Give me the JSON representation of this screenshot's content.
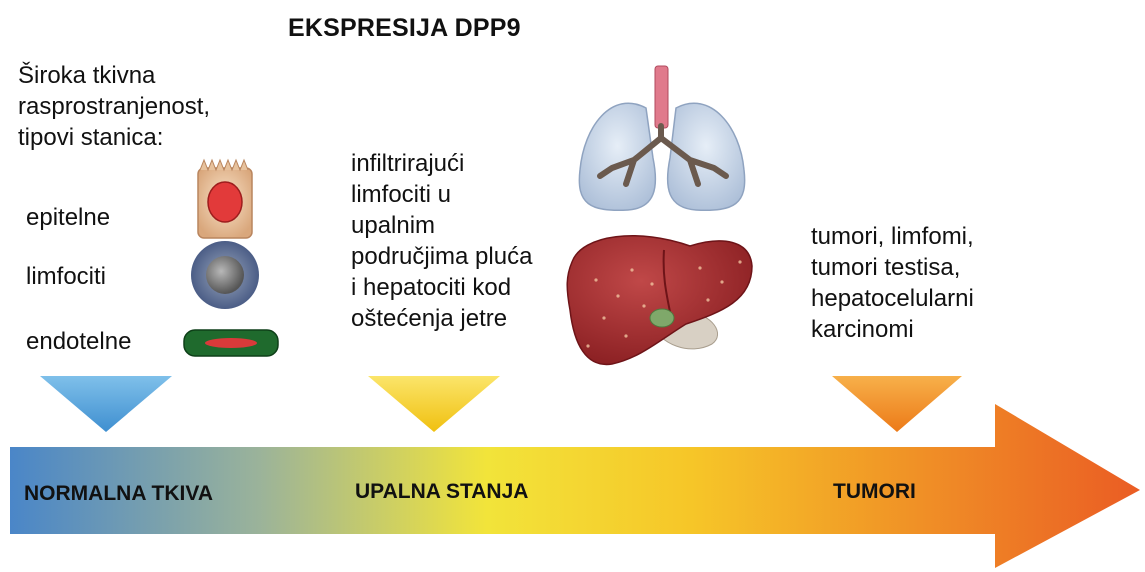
{
  "title": "EKSPRESIJA DPP9",
  "normal": {
    "intro_lines": [
      "Široka tkivna",
      "rasprostranjenost,",
      "tipovi stanica:"
    ],
    "cell_types": [
      "epitelne",
      "limfociti",
      "endotelne"
    ],
    "stage_label": "NORMALNA TKIVA"
  },
  "inflammation": {
    "text_lines": [
      "infiltrirajući",
      "limfociti u",
      "upalnim",
      "područjima pluća",
      "i hepatociti kod",
      "oštećenja jetre"
    ],
    "stage_label": "UPALNA STANJA"
  },
  "tumors": {
    "text_lines": [
      "tumori, limfomi,",
      "tumori testisa,",
      "hepatocelularni",
      "karcinomi"
    ],
    "stage_label": "TUMORI"
  },
  "colors": {
    "arrow_start": "#4a86c8",
    "arrow_mid": "#f2e43a",
    "arrow_end": "#ea5b24",
    "marker_normal": "#5aa7dc",
    "marker_inflammation": "#f5d21c",
    "marker_tumor": "#f08a1e"
  }
}
